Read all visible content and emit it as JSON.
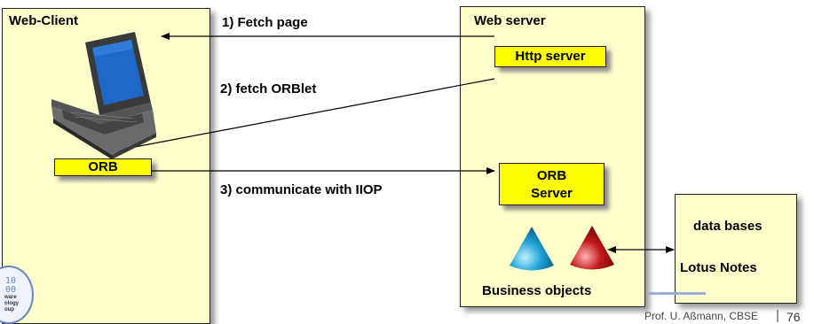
{
  "client": {
    "title": "Web-Client",
    "orb_label": "ORB"
  },
  "server": {
    "title": "Web server",
    "http_label": "Http server",
    "orb_server_line1": "ORB",
    "orb_server_line2": "Server",
    "business_label": "Business objects"
  },
  "datastore": {
    "line1": "data bases",
    "line2": "Lotus Notes"
  },
  "arrows": {
    "fetch_page": "1) Fetch page",
    "fetch_orblet": "2) fetch ORBlet",
    "communicate": "3) communicate with IIOP"
  },
  "logo": {
    "digits_top": "10",
    "digits_bottom": "00",
    "text1": "ware",
    "text2": "ology",
    "text3": "oup"
  },
  "footer": {
    "author": "Prof. U. Aßmann, CBSE",
    "page": "76"
  },
  "colors": {
    "panel": "#ffffcc",
    "box": "#ffff00",
    "cone_blue": "#1fa3d6",
    "cone_red": "#c01818"
  }
}
